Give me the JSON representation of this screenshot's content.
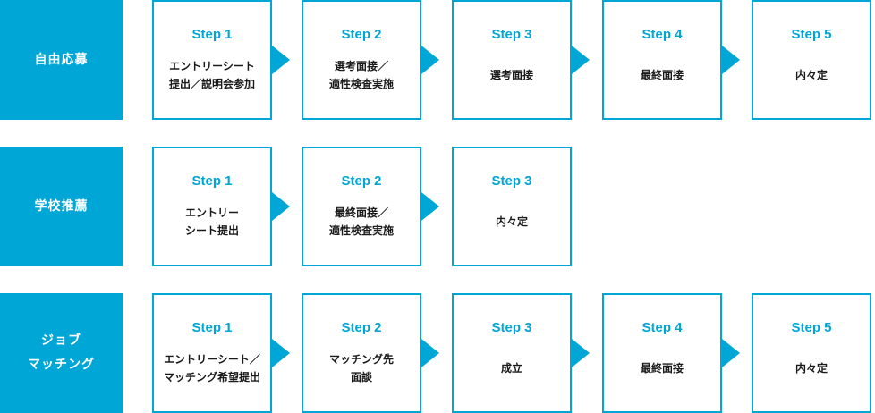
{
  "accent_color": "#00a6d6",
  "routes": [
    {
      "label": "自由応募",
      "steps": [
        {
          "num": "Step 1",
          "text": "エントリーシート\n提出／説明会参加"
        },
        {
          "num": "Step 2",
          "text": "選考面接／\n適性検査実施"
        },
        {
          "num": "Step 3",
          "text": "選考面接"
        },
        {
          "num": "Step 4",
          "text": "最終面接"
        },
        {
          "num": "Step 5",
          "text": "内々定"
        }
      ]
    },
    {
      "label": "学校推薦",
      "steps": [
        {
          "num": "Step 1",
          "text": "エントリー\nシート提出"
        },
        {
          "num": "Step 2",
          "text": "最終面接／\n適性検査実施"
        },
        {
          "num": "Step 3",
          "text": "内々定"
        }
      ]
    },
    {
      "label": "ジョブ\nマッチング",
      "steps": [
        {
          "num": "Step 1",
          "text": "エントリーシート／\nマッチング希望提出"
        },
        {
          "num": "Step 2",
          "text": "マッチング先\n面談"
        },
        {
          "num": "Step 3",
          "text": "成立"
        },
        {
          "num": "Step 4",
          "text": "最終面接"
        },
        {
          "num": "Step 5",
          "text": "内々定"
        }
      ]
    }
  ]
}
